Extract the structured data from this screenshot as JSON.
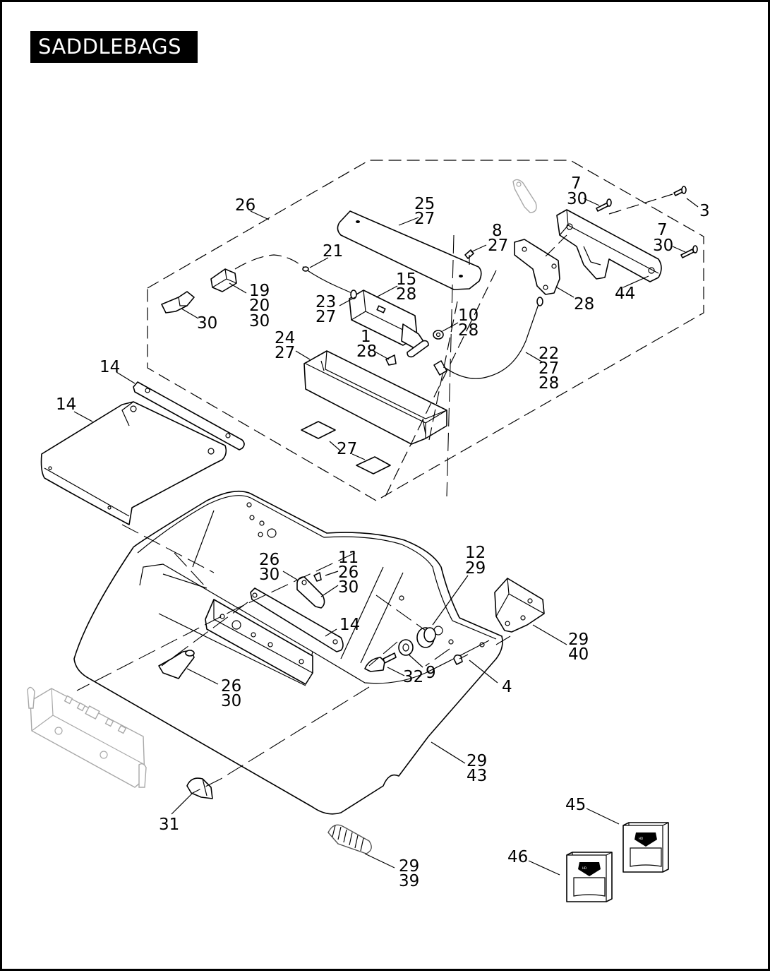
{
  "title": "SADDLEBAGS",
  "callouts": {
    "c26_top": "26",
    "c25": "25",
    "c27_25": "27",
    "c7_a": "7",
    "c30_7a": "30",
    "c3": "3",
    "c7_b": "7",
    "c30_7b": "30",
    "c8": "8",
    "c27_8": "27",
    "c21": "21",
    "c19": "19",
    "c20": "20",
    "c30_19": "30",
    "c15": "15",
    "c28_15": "28",
    "c23": "23",
    "c27_23": "27",
    "c30_clip": "30",
    "c10": "10",
    "c28_10": "28",
    "c28_bracket": "28",
    "c44": "44",
    "c24": "24",
    "c27_24": "27",
    "c1": "1",
    "c28_1": "28",
    "c22": "22",
    "c27_22": "27",
    "c28_22": "28",
    "c14_strip": "14",
    "c14_cover": "14",
    "c27_pads": "27",
    "c26_mid": "26",
    "c30_mid": "30",
    "c11": "11",
    "c26_11": "26",
    "c30_11": "30",
    "c12": "12",
    "c29_12": "29",
    "c14_plate": "14",
    "c29_40": "29",
    "c40": "40",
    "c32": "32",
    "c9": "9",
    "c4": "4",
    "c26_low": "26",
    "c30_low": "30",
    "c29_43": "29",
    "c43": "43",
    "c31": "31",
    "c29_39": "29",
    "c39": "39",
    "c45": "45",
    "c46": "46"
  },
  "colors": {
    "ink": "#000000",
    "ghost": "#a8a8a8",
    "paper": "#ffffff"
  },
  "icons": {
    "logo_kit_45": "harley-davidson-logo-icon",
    "logo_kit_46": "harley-davidson-logo-icon"
  }
}
